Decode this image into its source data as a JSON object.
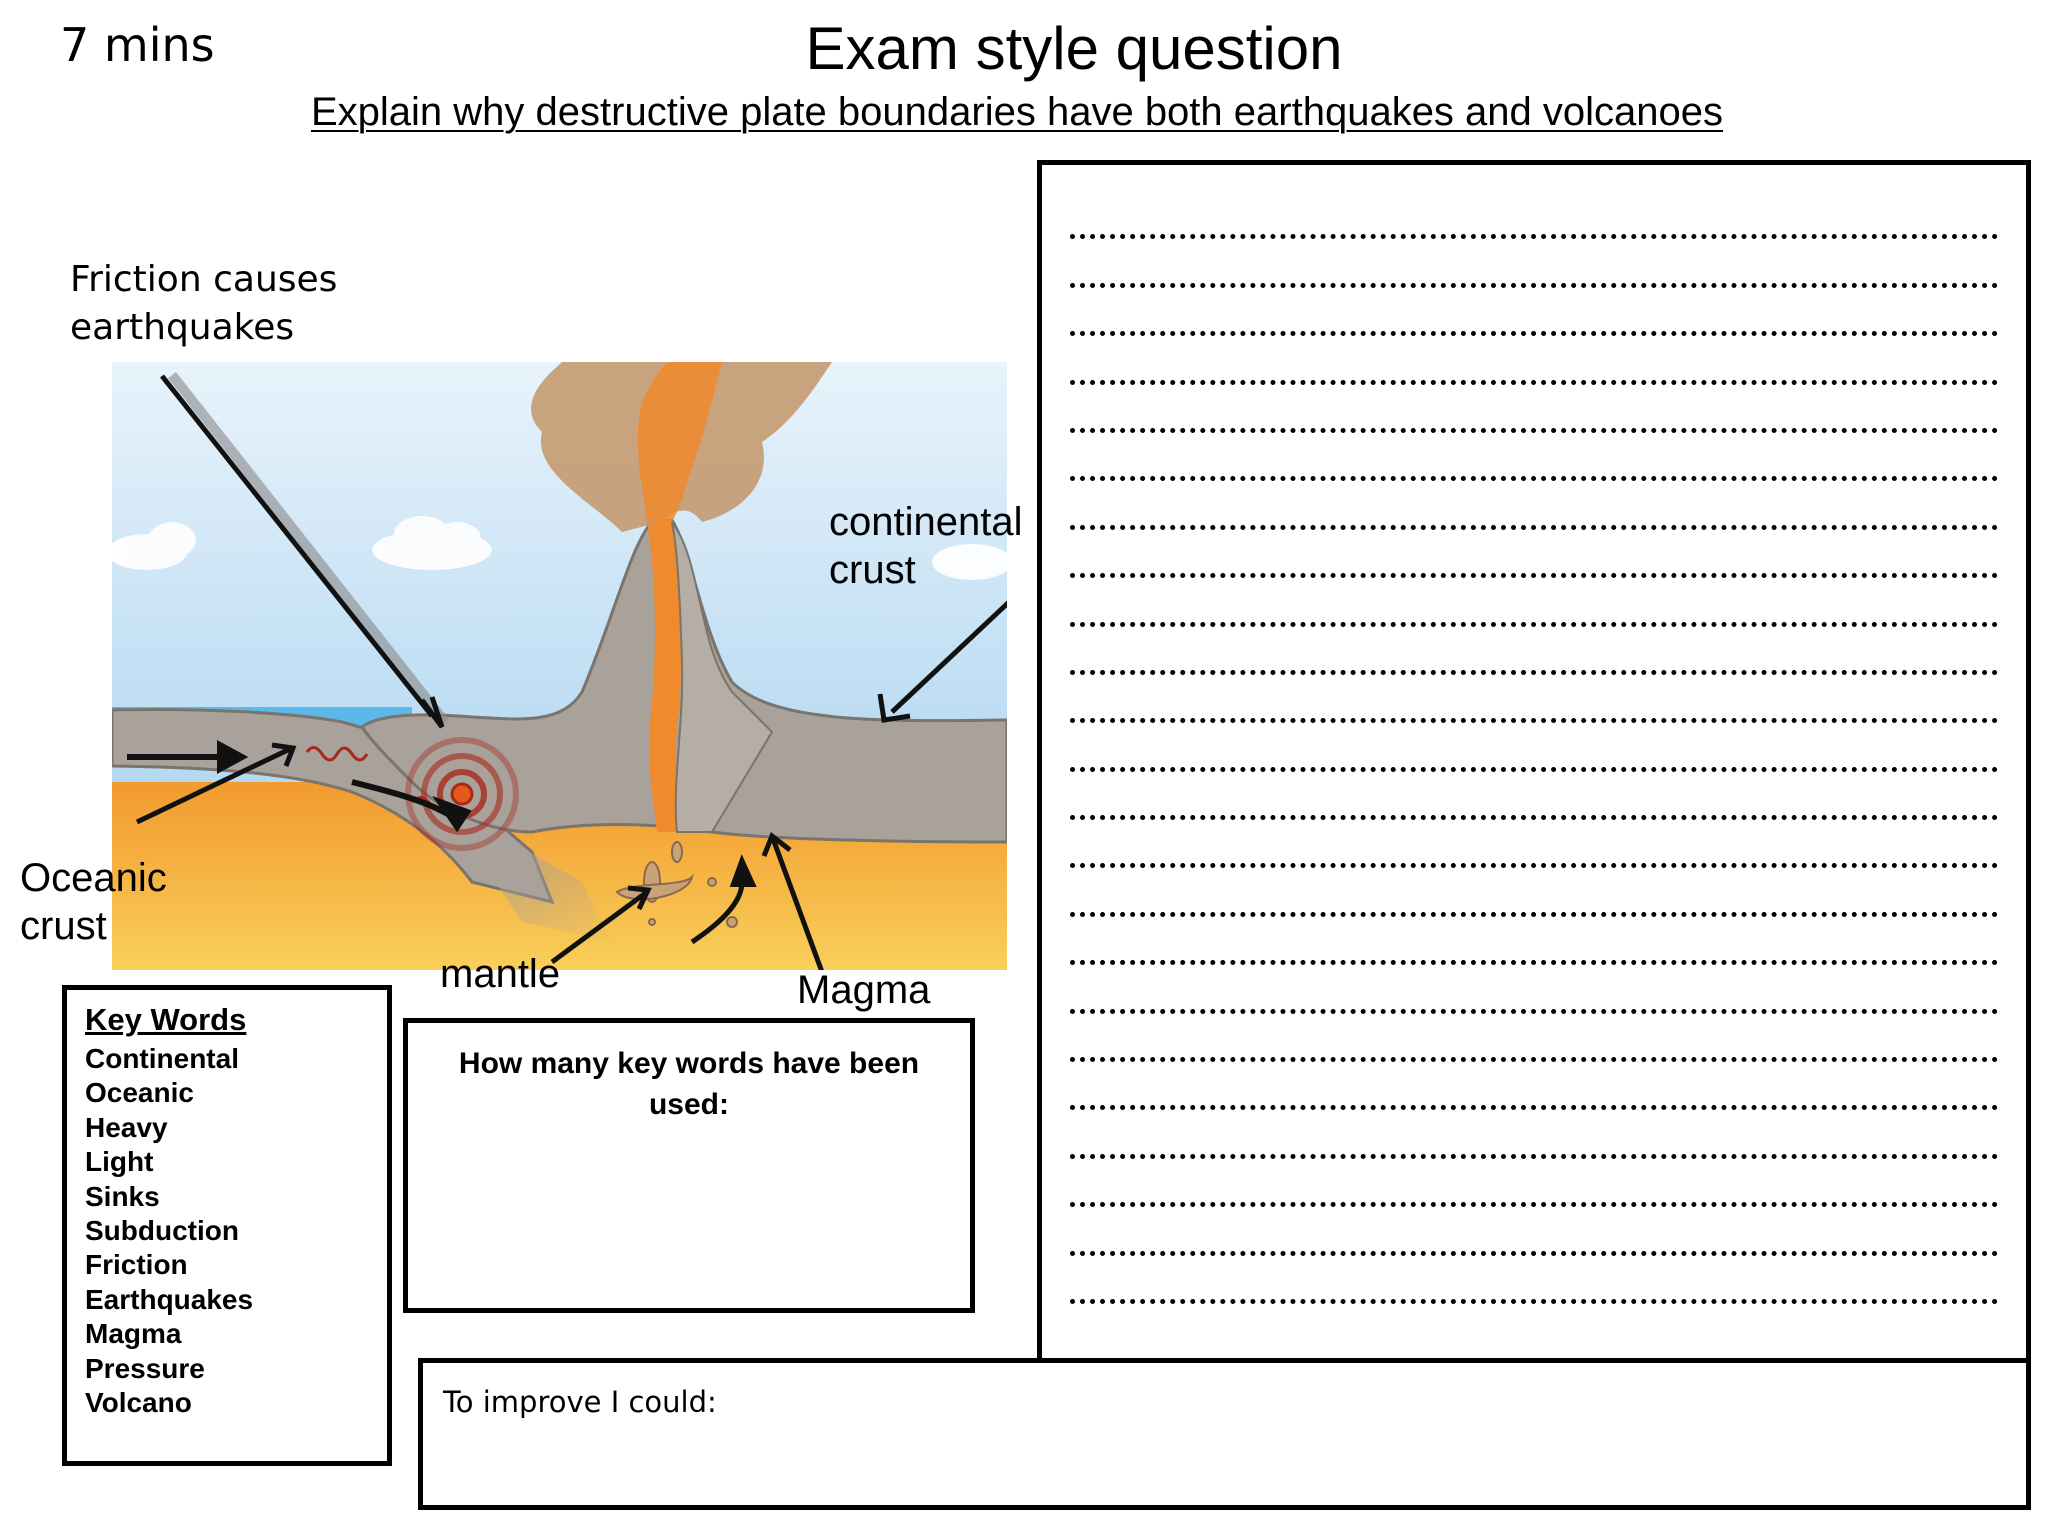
{
  "time": "7 mins",
  "title": "Exam style question",
  "question": "Explain why destructive plate boundaries have both earthquakes and volcanoes",
  "diagram": {
    "labels": {
      "friction_line1": "Friction causes",
      "friction_line2": "earthquakes",
      "continental_line1": "continental",
      "continental_line2": "crust",
      "oceanic_line1": "Oceanic",
      "oceanic_line2": "crust",
      "mantle": "mantle",
      "magma": "Magma"
    },
    "colors": {
      "sky": "#cfe6f7",
      "sea": "#5cb8e8",
      "crust": "#a8a29a",
      "mantle": "#f4a43c",
      "magma": "#f08a2c",
      "ash": "#c49a70",
      "quake": "#a8281c"
    }
  },
  "key_words": {
    "title": "Key Words",
    "items": [
      "Continental",
      "Oceanic",
      "Heavy",
      "Light",
      "Sinks",
      "Subduction",
      "Friction",
      "Earthquakes",
      "Magma",
      "Pressure",
      "Volcano"
    ]
  },
  "count_box": {
    "line1": "How many key words have been",
    "line2": "used:"
  },
  "answer_lines": 23,
  "improve": {
    "label": "To improve I could:"
  }
}
